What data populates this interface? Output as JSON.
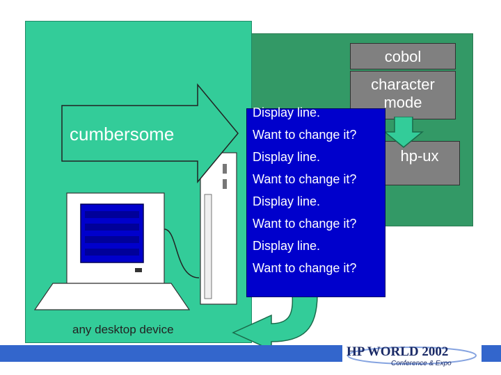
{
  "boxes": {
    "cobol": "cobol",
    "character_mode": "character mode",
    "hpux": "hp-ux"
  },
  "cumbersome": "cumbersome",
  "terminal_lines": [
    "Display line.",
    "Want to change it?",
    "Display line.",
    "Want to change it?",
    "Display line.",
    "Want to change it?",
    "Display line.",
    "Want to change it?"
  ],
  "desktop_label": "any desktop device",
  "logo": {
    "main": "HP WORLD 2002",
    "sub": "Conference & Expo"
  },
  "colors": {
    "dark_green": "#339966",
    "light_green": "#33cc99",
    "terminal_blue": "#0000cc",
    "stripe_blue": "#3366cc",
    "box_gray": "#808080"
  }
}
